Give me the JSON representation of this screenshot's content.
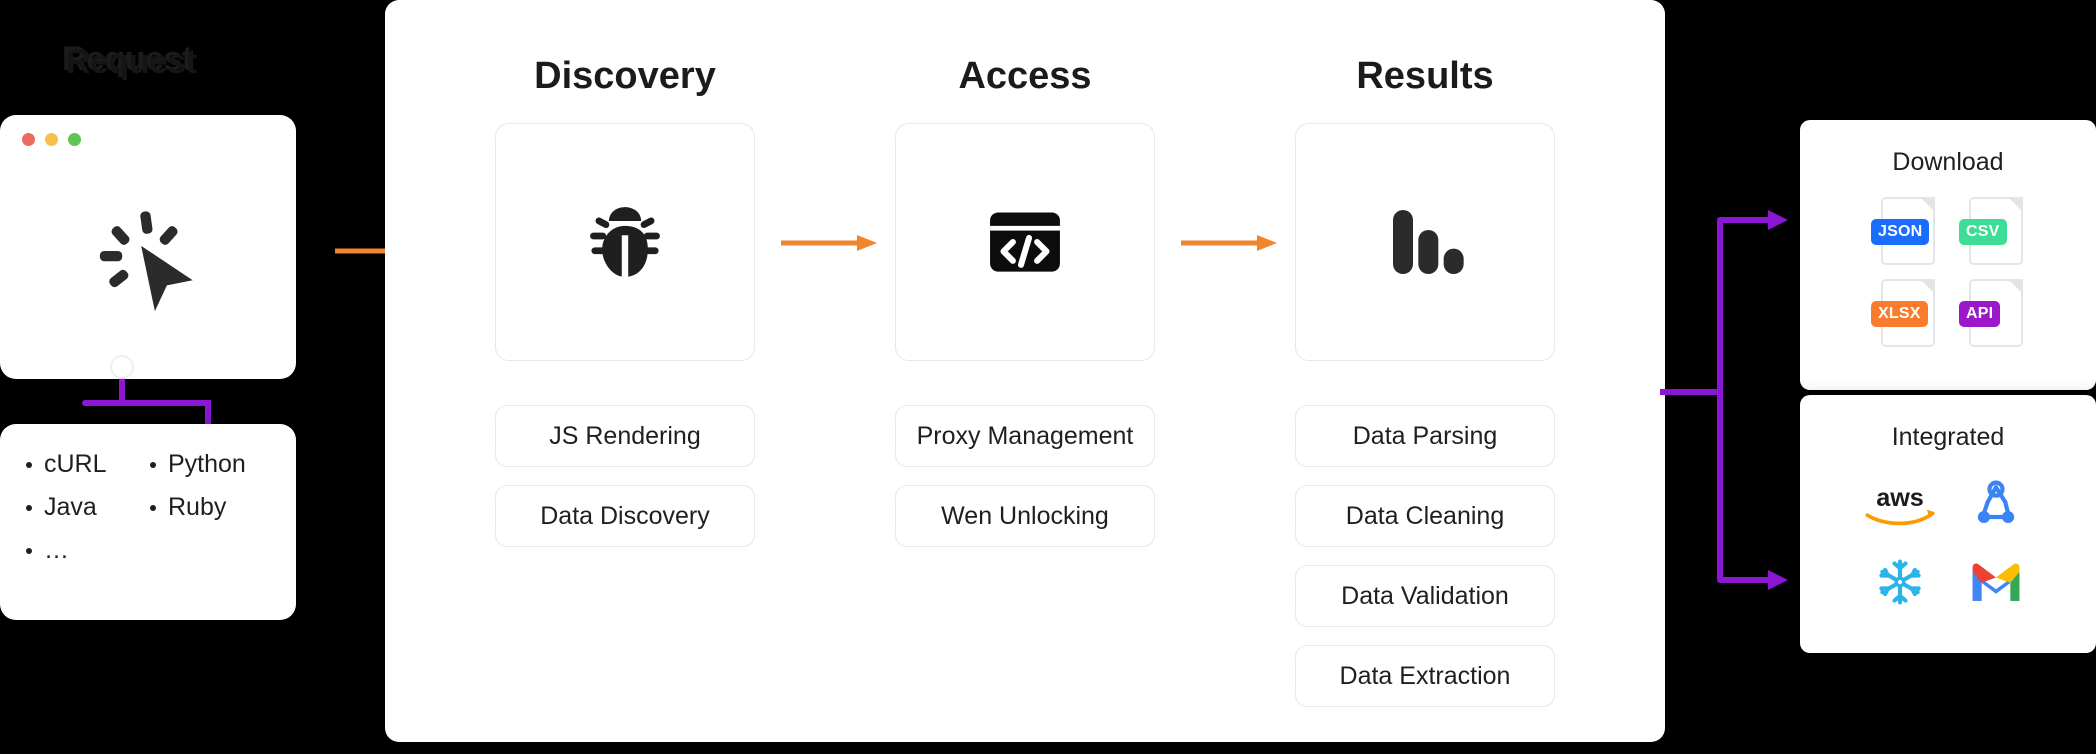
{
  "brand": {
    "label": "Request"
  },
  "browser_window": {
    "traffic_lights": [
      "red",
      "yellow",
      "green"
    ],
    "icon": "cursor-click-icon"
  },
  "languages": {
    "items": [
      "cURL",
      "Python",
      "Java",
      "Ruby",
      "…"
    ]
  },
  "pipeline": {
    "columns": [
      {
        "title": "Discovery",
        "icon": "bug-icon",
        "items": [
          "JS Rendering",
          "Data Discovery"
        ]
      },
      {
        "title": "Access",
        "icon": "code-window-icon",
        "items": [
          "Proxy Management",
          "Wen Unlocking"
        ]
      },
      {
        "title": "Results",
        "icon": "bar-chart-icon",
        "items": [
          "Data Parsing",
          "Data Cleaning",
          "Data Validation",
          "Data Extraction"
        ]
      }
    ]
  },
  "download": {
    "title": "Download",
    "formats": [
      {
        "label": "JSON",
        "color": "#1a6dff"
      },
      {
        "label": "CSV",
        "color": "#3ddc97"
      },
      {
        "label": "XLSX",
        "color": "#f97c2e"
      },
      {
        "label": "API",
        "color": "#9b17c9"
      }
    ]
  },
  "integrated": {
    "title": "Integrated",
    "logos": [
      {
        "name": "aws-logo",
        "label": "aws"
      },
      {
        "name": "webhook-logo",
        "label": ""
      },
      {
        "name": "snowflake-logo",
        "label": ""
      },
      {
        "name": "gmail-logo",
        "label": ""
      }
    ]
  },
  "colors": {
    "arrow_orange": "#f0852c",
    "connector_purple": "#8b17d4",
    "panel_bg": "#ffffff",
    "page_bg": "#000000"
  }
}
